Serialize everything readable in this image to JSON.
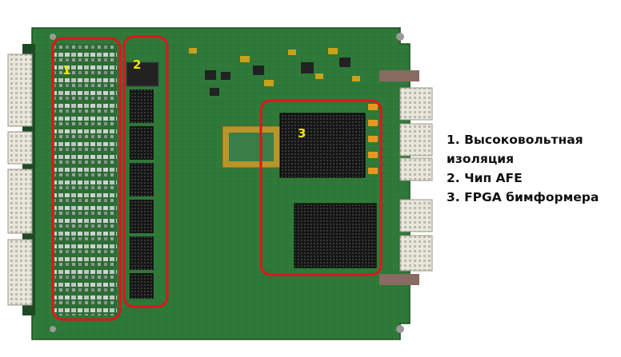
{
  "photo": {
    "callouts": [
      {
        "number": "1"
      },
      {
        "number": "2"
      },
      {
        "number": "3"
      }
    ]
  },
  "legend": {
    "items": [
      "1. Высоковольтная изоляция",
      "2. Чип AFE",
      "3. FPGA бимформера"
    ]
  },
  "colors": {
    "board": "#2f7a3a",
    "board_dark": "#1f5a28",
    "highlight": "#e0151b",
    "callout_text": "#f2e600",
    "heatsink": "#111111",
    "connector": "#e6e4da"
  }
}
